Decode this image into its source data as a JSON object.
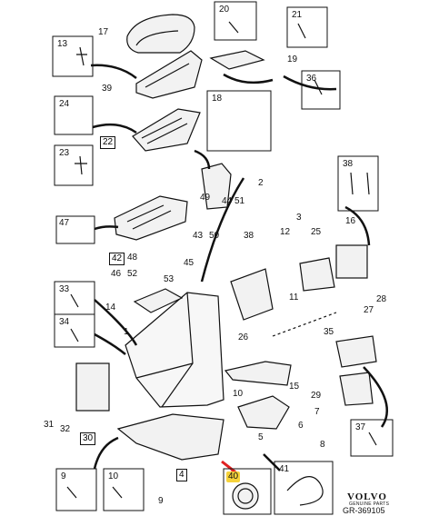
{
  "diagram": {
    "callouts": {
      "p1": "1",
      "p2": "2",
      "p3": "3",
      "p4": "4",
      "p5": "5",
      "p6": "6",
      "p7": "7",
      "p8": "8",
      "p9": "9",
      "p10": "10",
      "p11": "11",
      "p12": "12",
      "p13": "13",
      "p14": "14",
      "p15": "15",
      "p16": "16",
      "p17": "17",
      "p18": "18",
      "p19": "19",
      "p20": "20",
      "p21": "21",
      "p22": "22",
      "p23": "23",
      "p24": "24",
      "p25": "25",
      "p26": "26",
      "p27": "27",
      "p28": "28",
      "p29": "29",
      "p30": "30",
      "p31": "31",
      "p32": "32",
      "p33": "33",
      "p34": "34",
      "p35": "35",
      "p36": "36",
      "p37": "37",
      "p38": "38",
      "p39": "39",
      "p40": "40",
      "p41": "41",
      "p42": "42",
      "p43": "43",
      "p44": "44",
      "p45": "45",
      "p46": "46",
      "p47": "47",
      "p48": "48",
      "p49": "49",
      "p50": "50",
      "p51": "51",
      "p52": "52",
      "p53": "53"
    },
    "brand": "VOLVO",
    "brand_sub": "GENUINE PARTS",
    "reference": "GR-369105",
    "highlight_color": "#f6d23a",
    "arrow_color": "#e02020"
  }
}
